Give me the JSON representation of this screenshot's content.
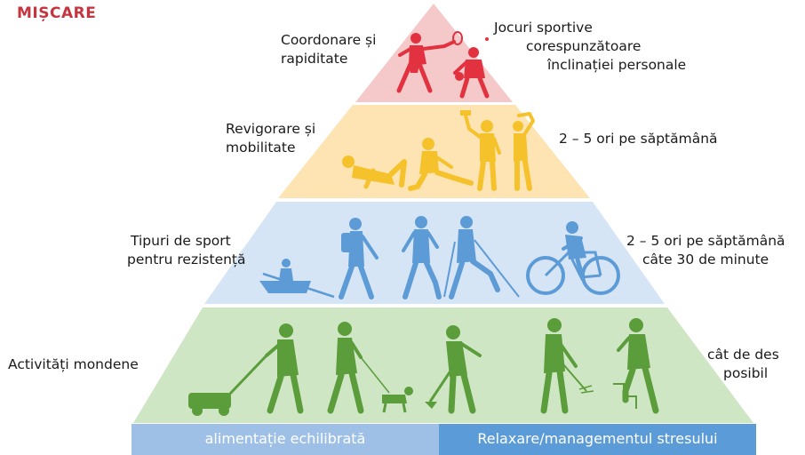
{
  "title": "MIȘCARE",
  "colors": {
    "top": "#f5c9c9",
    "second": "#fde4b2",
    "third": "#d6e5f5",
    "bottom": "#cfe6c5",
    "red_figures": "#e2323f",
    "yellow_figures": "#f6c22c",
    "blue_figures": "#5d9bd6",
    "green_figures": "#5b9c3b",
    "title_color": "#c63440",
    "footer_left": "#9ec0e6",
    "footer_right": "#5b9bd8"
  },
  "levels": [
    {
      "name": "top",
      "left_label": [
        "Coordonare și",
        "rapiditate"
      ],
      "right_label": [
        "Jocuri sportive",
        "corespunzătoare",
        "înclinației personale"
      ],
      "figures": [
        "tennis-player-icon",
        "ball-player-icon"
      ]
    },
    {
      "name": "second",
      "left_label": [
        "Revigorare și",
        "mobilitate"
      ],
      "right_label": [
        "2 – 5 ori pe săptămână"
      ],
      "figures": [
        "lying-stretch-icon",
        "sitting-stretch-icon",
        "dumbbell-icon",
        "side-stretch-icon"
      ]
    },
    {
      "name": "third",
      "left_label": [
        "Tipuri de sport",
        "pentru rezistență"
      ],
      "right_label": [
        "2 – 5 ori pe săptămână",
        "câte 30 de minute"
      ],
      "figures": [
        "rowing-icon",
        "hiking-icon",
        "running-icon",
        "nordic-walking-icon",
        "cycling-icon"
      ]
    },
    {
      "name": "bottom",
      "left_label": [
        "Activități mondene"
      ],
      "right_label": [
        "cât de des",
        "posibil"
      ],
      "figures": [
        "lawn-mowing-icon",
        "dog-walking-icon",
        "sweeping-icon",
        "raking-icon",
        "stairs-icon"
      ]
    }
  ],
  "footer": {
    "left": "alimentație echilibrată",
    "right": "Relaxare/managementul stresului"
  }
}
